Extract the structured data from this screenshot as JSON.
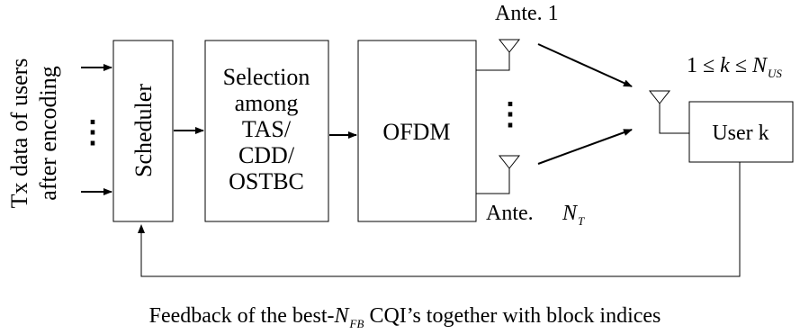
{
  "side_label": {
    "line1": "Tx data of users",
    "line2": "after encoding"
  },
  "blocks": {
    "scheduler": "Scheduler",
    "selection": [
      "Selection",
      "among",
      "TAS/",
      "CDD/",
      "OSTBC"
    ],
    "ofdm": "OFDM",
    "user": "User k"
  },
  "antennas": {
    "first": "Ante. 1",
    "last_prefix": "Ante.",
    "last_symbol": {
      "base": "N",
      "sub": "T"
    }
  },
  "user_range": {
    "prefix": "1 ≤ ",
    "var": "k",
    "rel": " ≤ ",
    "base": "N",
    "sub": "US"
  },
  "feedback": {
    "prefix": "Feedback of the best-",
    "base": "N",
    "sub": "FB",
    "suffix": " CQI’s together with block indices"
  },
  "ellipsis": "⋮",
  "colors": {
    "line": "#000000",
    "background": "#ffffff"
  }
}
